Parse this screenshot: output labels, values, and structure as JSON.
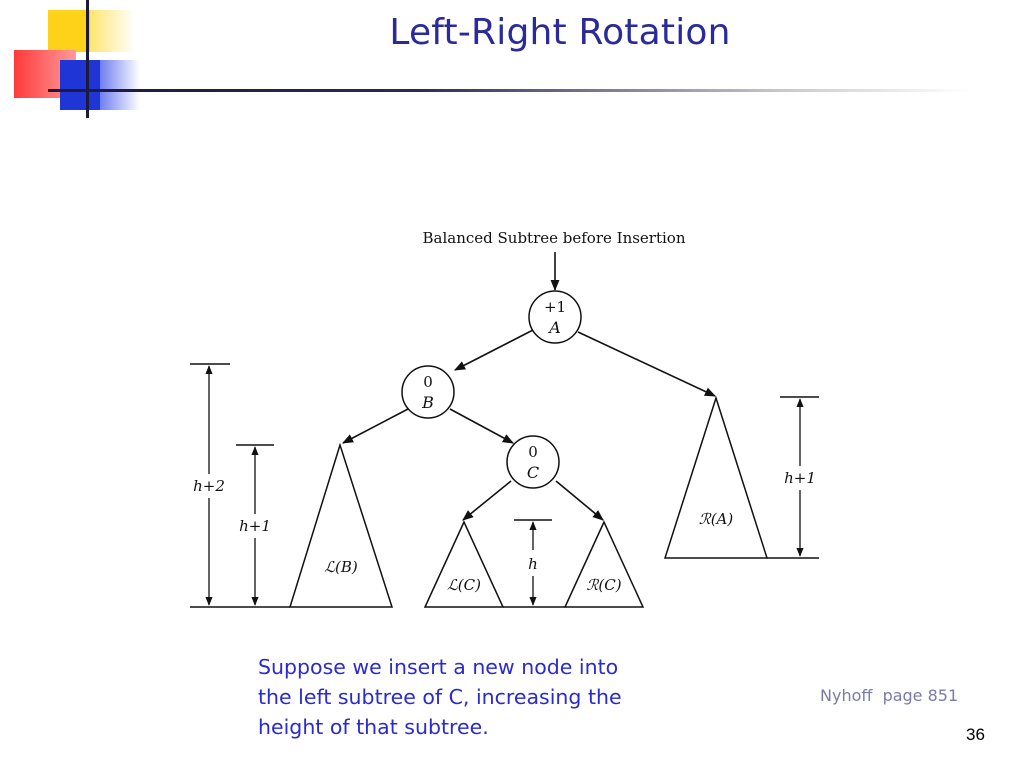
{
  "slide": {
    "title": "Left-Right Rotation",
    "caption_lines": [
      "Suppose we insert a new node into",
      "the left subtree of C, increasing the",
      "height of that subtree."
    ],
    "citation": "Nyhoff  page 851",
    "page_number": "36"
  },
  "diagram": {
    "heading": "Balanced Subtree before Insertion",
    "nodes": {
      "A": {
        "balance": "+1",
        "name": "A"
      },
      "B": {
        "balance": "0",
        "name": "B"
      },
      "C": {
        "balance": "0",
        "name": "C"
      }
    },
    "subtrees": {
      "LB": "ℒ(B)",
      "LC": "ℒ(C)",
      "RC": "ℛ(C)",
      "RA": "ℛ(A)"
    },
    "heights": {
      "outer_left": "h+2",
      "inner_left": "h+1",
      "middle": "h",
      "right": "h+1"
    }
  }
}
